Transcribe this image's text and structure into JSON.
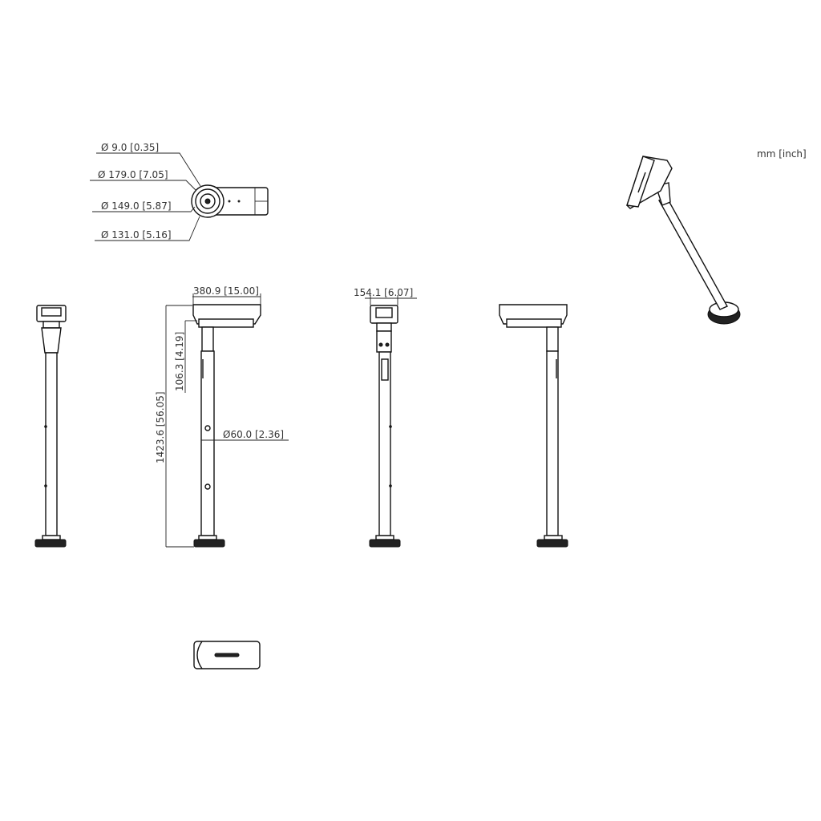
{
  "units_label": "mm [inch]",
  "top_view": {
    "dims": [
      {
        "label": "Ø 9.0  [0.35]"
      },
      {
        "label": "Ø 179.0  [7.05]"
      },
      {
        "label": "Ø 149.0  [5.87]"
      },
      {
        "label": "Ø 131.0  [5.16]"
      }
    ]
  },
  "side_view": {
    "width_dim": "380.9  [15.00]",
    "mount_height_dim": "106.3  [4.19]",
    "total_height_dim": "1423.6  [56.05]",
    "pole_diameter_dim": "Ø60.0  [2.36]"
  },
  "front_view": {
    "width_dim": "154.1  [6.07]"
  }
}
